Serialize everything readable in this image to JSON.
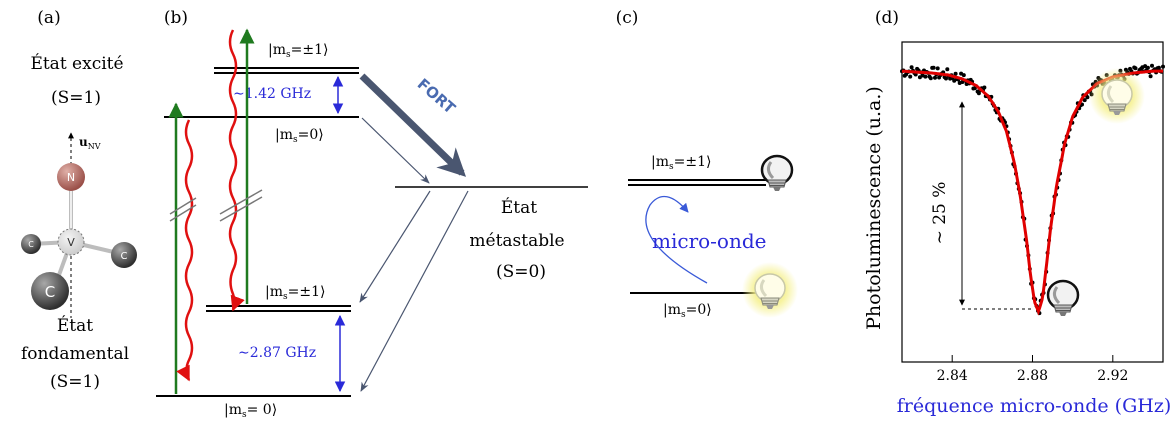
{
  "panels": {
    "a": "(a)",
    "b": "(b)",
    "c": "(c)",
    "d": "(d)"
  },
  "panel_a": {
    "excited_title": "État excité",
    "excited_spin": "(S=1)",
    "axis_label": "u",
    "axis_sub": "NV",
    "atom_n": "N",
    "atom_v": "V",
    "atom_c1": "C",
    "atom_c2": "C",
    "atom_c3": "C",
    "ground_line1": "État",
    "ground_line2": "fondamental",
    "ground_spin": "(S=1)"
  },
  "panel_b": {
    "excited_pm1": "|m",
    "excited_pm1_rest": "=±1⟩",
    "excited_zero": "|m",
    "excited_zero_rest": "=0⟩",
    "excited_splitting": "∼1.42 GHz",
    "fort": "FORT",
    "metastable_1": "État",
    "metastable_2": "métastable",
    "metastable_3": "(S=0)",
    "ground_pm1": "|m",
    "ground_pm1_rest": "=±1⟩",
    "ground_splitting": "∼2.87 GHz",
    "ground_zero": "|m",
    "ground_zero_rest": "= 0⟩",
    "sub_s": "s"
  },
  "panel_c": {
    "pm1": "|m",
    "pm1_rest": "=±1⟩",
    "zero": "|m",
    "zero_rest": "=0⟩",
    "microwave": "micro-onde",
    "sub_s": "s"
  },
  "panel_d": {
    "ylabel": "Photoluminescence (u.a.)",
    "xlabel": "fréquence micro-onde (GHz)",
    "contrast": "∼ 25 %"
  },
  "colors": {
    "green": "#1f7a1f",
    "red": "#e01010",
    "blue": "#2a2ad8",
    "fort_arrow": "#4a5670",
    "fit": "#e00000"
  },
  "chart_data": {
    "type": "scatter",
    "xlabel": "fréquence micro-onde (GHz)",
    "ylabel": "Photoluminescence (u.a.)",
    "xlim": [
      2.815,
      2.945
    ],
    "ylim": [
      0.7,
      1.03
    ],
    "xticks": [
      2.84,
      2.88,
      2.92
    ],
    "tick_labels": [
      "2.84",
      "2.88",
      "2.92"
    ],
    "dip_center": 2.883,
    "dip_depth_percent": 25,
    "series": [
      {
        "x": [
          2.815,
          2.822,
          2.83,
          2.838,
          2.845,
          2.852,
          2.858,
          2.863,
          2.867,
          2.871,
          2.874,
          2.877,
          2.879,
          2.881,
          2.883,
          2.885,
          2.887,
          2.889,
          2.892,
          2.896,
          2.9,
          2.905,
          2.912,
          2.92,
          2.93,
          2.94,
          2.945
        ],
        "values": [
          1.0,
          0.999,
          0.998,
          0.996,
          0.992,
          0.985,
          0.974,
          0.958,
          0.938,
          0.905,
          0.87,
          0.826,
          0.79,
          0.762,
          0.752,
          0.766,
          0.8,
          0.838,
          0.882,
          0.925,
          0.953,
          0.973,
          0.987,
          0.994,
          0.998,
          1.0,
          1.0
        ]
      }
    ]
  }
}
